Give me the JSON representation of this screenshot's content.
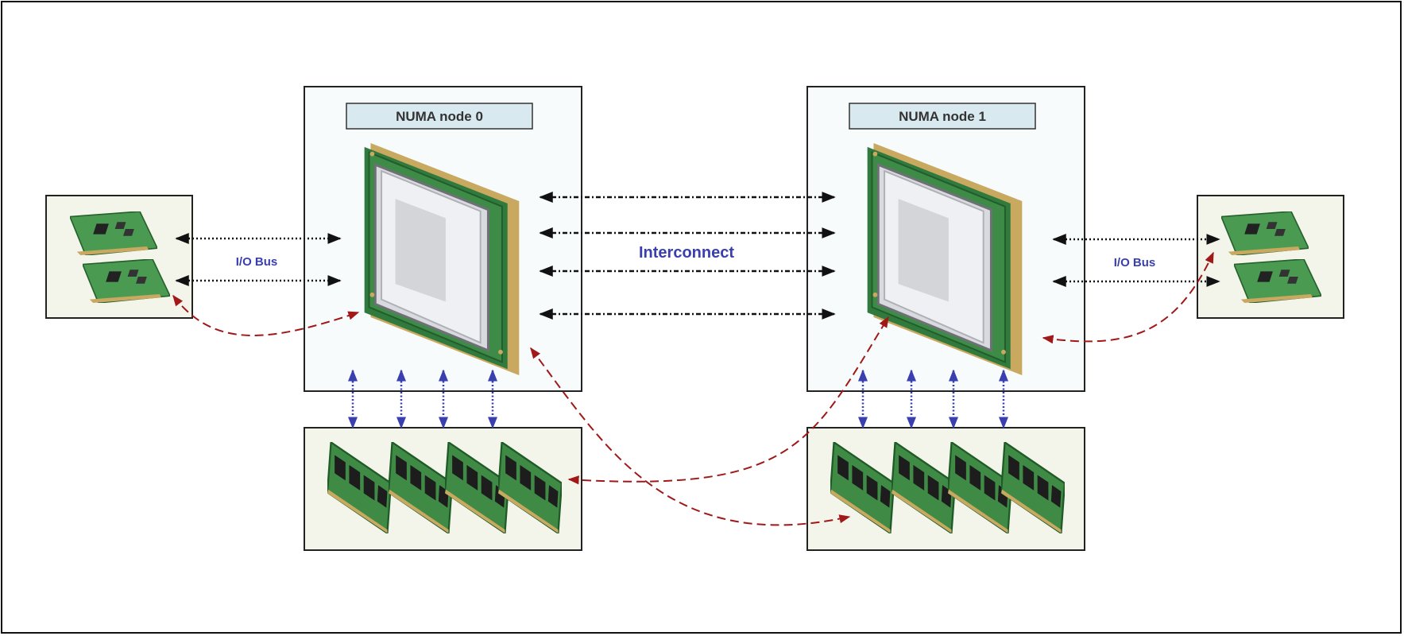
{
  "nodes": [
    {
      "label": "NUMA node 0"
    },
    {
      "label": "NUMA node 1"
    }
  ],
  "links": {
    "interconnect_label": "Interconnect",
    "io_bus_left_label": "I/O Bus",
    "io_bus_right_label": "I/O Bus"
  },
  "colors": {
    "node_panel": "#f7fbfc",
    "label_box": "#d8e9f0",
    "device_panel": "#f3f4ea",
    "local_arrow": "#3a3fb0",
    "remote_arrow": "#a01818",
    "link_arrow": "#111111",
    "text_blue": "#3a3fb0"
  },
  "icons": [
    "cpu-chip-icon",
    "memory-module-icon",
    "io-card-icon"
  ]
}
